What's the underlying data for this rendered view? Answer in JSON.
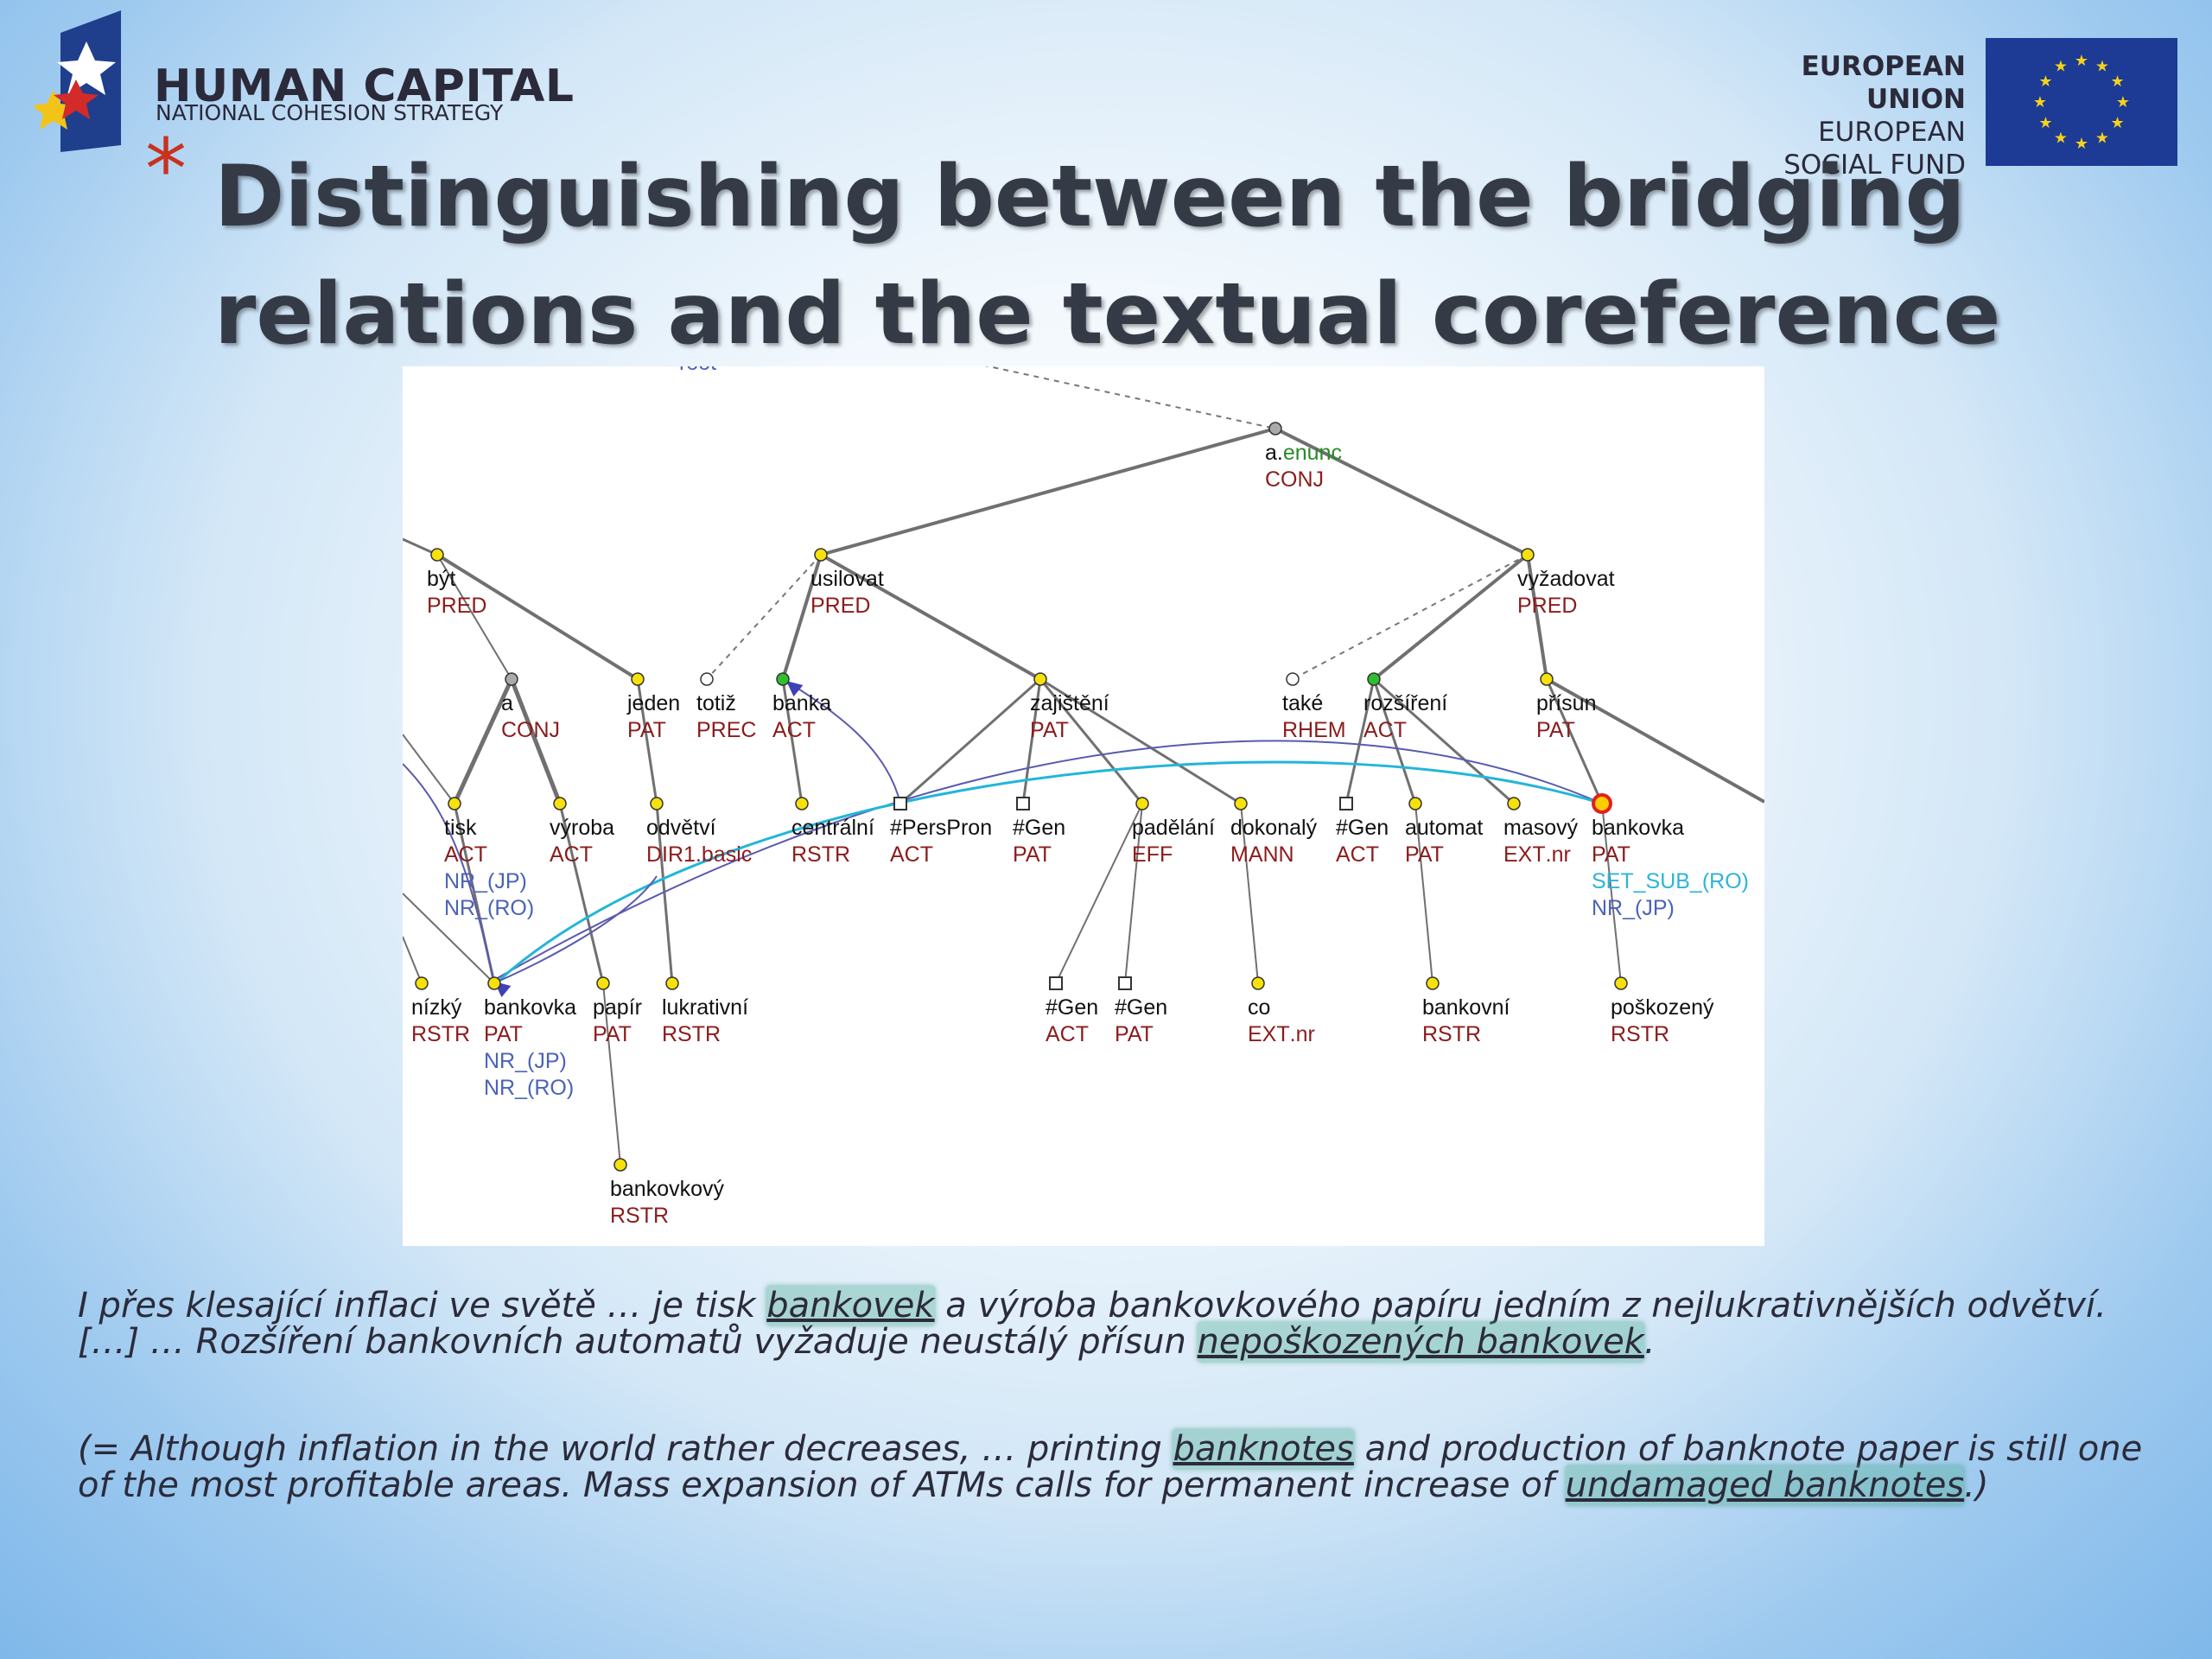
{
  "header": {
    "hc_title": "HUMAN CAPITAL",
    "hc_subtitle": "NATIONAL COHESION STRATEGY",
    "eu_line1": "EUROPEAN UNION",
    "eu_line2": "EUROPEAN",
    "eu_line3": "SOCIAL FUND",
    "bullet": "*"
  },
  "slide": {
    "title_line1": "Distinguishing between the bridging",
    "title_line2": "relations and the textual coreference"
  },
  "tree": {
    "top_label": "root",
    "nodes": [
      {
        "id": "aenunc",
        "lemma": "a.",
        "lemma2": "enunc",
        "functor": "CONJ"
      },
      {
        "id": "byt",
        "lemma": "být",
        "functor": "PRED"
      },
      {
        "id": "usilovat",
        "lemma": "usilovat",
        "functor": "PRED"
      },
      {
        "id": "vyzadovat",
        "lemma": "vyžadovat",
        "functor": "PRED"
      },
      {
        "id": "a",
        "lemma": "a",
        "functor": "CONJ"
      },
      {
        "id": "jeden",
        "lemma": "jeden",
        "functor": "PAT"
      },
      {
        "id": "totiz",
        "lemma": "totiž",
        "functor": "PREC"
      },
      {
        "id": "banka",
        "lemma": "banka",
        "functor": "ACT"
      },
      {
        "id": "zajisteni",
        "lemma": "zajištění",
        "functor": "PAT"
      },
      {
        "id": "take",
        "lemma": "také",
        "functor": "RHEM"
      },
      {
        "id": "rozsireni",
        "lemma": "rozšíření",
        "functor": "ACT"
      },
      {
        "id": "prisun",
        "lemma": "přísun",
        "functor": "PAT"
      },
      {
        "id": "tisk",
        "lemma": "tisk",
        "functor": "ACT",
        "extra": [
          "NR_(JP)",
          "NR_(RO)"
        ]
      },
      {
        "id": "vyroba",
        "lemma": "výroba",
        "functor": "ACT"
      },
      {
        "id": "odvetvi",
        "lemma": "odvětví",
        "functor": "DIR1",
        "functor2": ".basic"
      },
      {
        "id": "centralni",
        "lemma": "centrální",
        "functor": "RSTR"
      },
      {
        "id": "perspron",
        "lemma": "#PersPron",
        "functor": "ACT"
      },
      {
        "id": "gen1",
        "lemma": "#Gen",
        "functor": "PAT"
      },
      {
        "id": "padelani",
        "lemma": "padělání",
        "functor": "EFF"
      },
      {
        "id": "dokonaly",
        "lemma": "dokonalý",
        "functor": "MANN"
      },
      {
        "id": "gen2",
        "lemma": "#Gen",
        "functor": "ACT"
      },
      {
        "id": "automat",
        "lemma": "automat",
        "functor": "PAT"
      },
      {
        "id": "masovy",
        "lemma": "masový",
        "functor": "EXT",
        "functor2": ".nr"
      },
      {
        "id": "bankovka2",
        "lemma": "bankovka",
        "functor": "PAT",
        "extra_cyan": "SET_SUB_(RO)",
        "extra": [
          "NR_(JP)"
        ]
      },
      {
        "id": "nizky",
        "lemma": "nízký",
        "functor": "RSTR"
      },
      {
        "id": "bankovka1",
        "lemma": "bankovka",
        "functor": "PAT",
        "extra": [
          "NR_(JP)",
          "NR_(RO)"
        ]
      },
      {
        "id": "papir",
        "lemma": "papír",
        "functor": "PAT"
      },
      {
        "id": "lukrativni",
        "lemma": "lukrativní",
        "functor": "RSTR"
      },
      {
        "id": "gen3",
        "lemma": "#Gen",
        "functor": "ACT"
      },
      {
        "id": "gen4",
        "lemma": "#Gen",
        "functor": "PAT"
      },
      {
        "id": "co",
        "lemma": "co",
        "functor": "EXT",
        "functor2": ".nr"
      },
      {
        "id": "bankovni",
        "lemma": "bankovní",
        "functor": "RSTR"
      },
      {
        "id": "poskozeny",
        "lemma": "poškozený",
        "functor": "RSTR"
      },
      {
        "id": "bankovkovy",
        "lemma": "bankovkový",
        "functor": "RSTR"
      }
    ]
  },
  "caption_cz": {
    "l1_a": "I přes klesající inflaci ve světě … je tisk ",
    "l1_hl": "bankovek",
    "l1_b": " a výroba bankovkového papíru jedním z nejlukrativnějších odvětví.",
    "l2_a": "[…] … Rozšíření bankovních automatů vyžaduje neustálý přísun ",
    "l2_hl": "nepoškozených bankovek",
    "l2_b": "."
  },
  "caption_en": {
    "l1_a": "(= Although inflation in the world rather decreases, … printing ",
    "l1_hl": "banknotes",
    "l1_b": " and production of banknote paper is still one",
    "l2_a": "of the most profitable areas. Mass expansion of ATMs calls for permanent increase of ",
    "l2_hl": "undamaged banknotes",
    "l2_b": ".)"
  },
  "colors": {
    "functor": "#8b1c1c",
    "coref_text": "#4a63b8",
    "bridging": "#2cb5d8",
    "eu_flag": "#1d3a94",
    "title": "#343b46"
  }
}
